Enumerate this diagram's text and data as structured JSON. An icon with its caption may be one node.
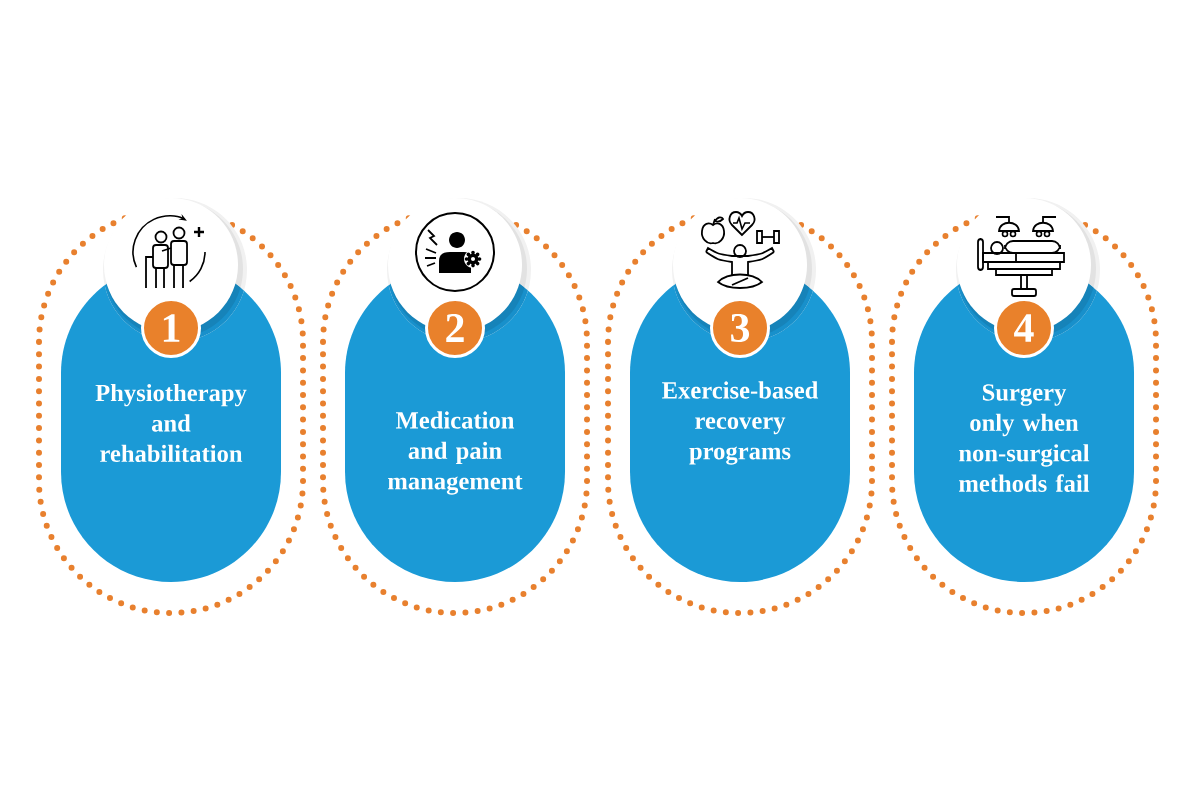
{
  "diagram": {
    "nodes": [
      {
        "text": [],
        "shape": "circle"
      },
      {
        "text": [
          "Physiotherapy and rehabilitation"
        ]
      },
      {
        "text": [
          "1"
        ],
        "in": 1
      },
      {
        "text": [],
        "shape": "circle"
      },
      {
        "text": [
          "Medication and pain management"
        ]
      },
      {
        "text": [
          "2"
        ],
        "in": 4
      },
      {
        "text": [],
        "shape": "circle"
      },
      {
        "text": [
          "Exercise-based recovery programs"
        ]
      },
      {
        "text": [
          "3"
        ],
        "in": 7
      },
      {
        "text": [],
        "shape": "circle"
      },
      {
        "text": [
          "Surgery only when non-surgical methods fail"
        ]
      },
      {
        "text": [
          "4"
        ],
        "in": 10
      }
    ]
  }
}
